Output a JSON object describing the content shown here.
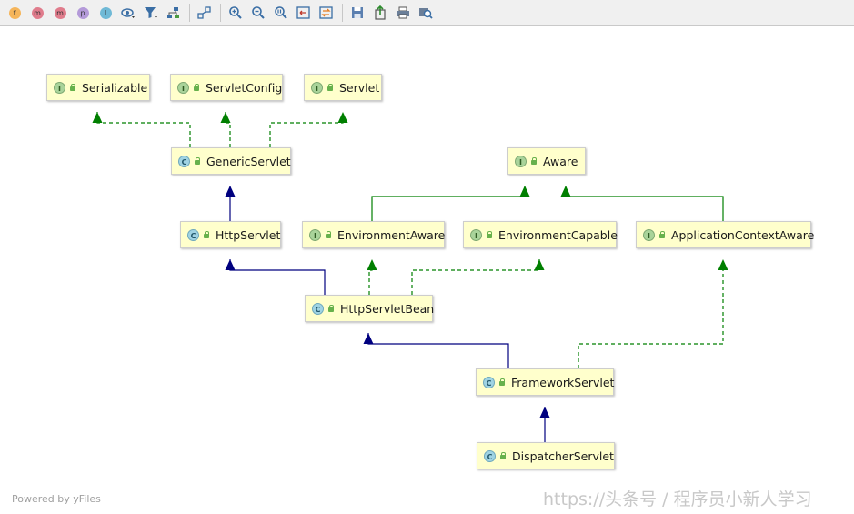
{
  "toolbar": {
    "buttons": [
      {
        "id": "fields",
        "icon": "fields-filter-icon",
        "label": "f",
        "color": "#f5b55a"
      },
      {
        "id": "methods-inherited",
        "icon": "inherited-methods-icon",
        "label": "m",
        "color": "#e07c8c"
      },
      {
        "id": "methods",
        "icon": "methods-filter-icon",
        "label": "m",
        "color": "#e07c8c"
      },
      {
        "id": "properties",
        "icon": "properties-filter-icon",
        "label": "p",
        "color": "#b49ad9"
      },
      {
        "id": "inner",
        "icon": "inner-classes-icon",
        "label": "I",
        "color": "#6fb9d6"
      }
    ]
  },
  "nodes": [
    {
      "id": "serializable",
      "kind": "interface",
      "badge": "I",
      "label": "Serializable"
    },
    {
      "id": "servletconfig",
      "kind": "interface",
      "badge": "I",
      "label": "ServletConfig"
    },
    {
      "id": "servlet",
      "kind": "interface",
      "badge": "I",
      "label": "Servlet"
    },
    {
      "id": "genericservlet",
      "kind": "class",
      "badge": "C",
      "label": "GenericServlet"
    },
    {
      "id": "aware",
      "kind": "interface",
      "badge": "I",
      "label": "Aware"
    },
    {
      "id": "httpservlet",
      "kind": "class",
      "badge": "C",
      "label": "HttpServlet"
    },
    {
      "id": "environmentaware",
      "kind": "interface",
      "badge": "I",
      "label": "EnvironmentAware"
    },
    {
      "id": "environmentcapable",
      "kind": "interface",
      "badge": "I",
      "label": "EnvironmentCapable"
    },
    {
      "id": "applicationcontextaware",
      "kind": "interface",
      "badge": "I",
      "label": "ApplicationContextAware"
    },
    {
      "id": "httpservletbean",
      "kind": "class",
      "badge": "C",
      "label": "HttpServletBean"
    },
    {
      "id": "frameworkservlet",
      "kind": "class",
      "badge": "C",
      "label": "FrameworkServlet"
    },
    {
      "id": "dispatcherservlet",
      "kind": "class",
      "badge": "C",
      "label": "DispatcherServlet"
    }
  ],
  "edges": [
    {
      "from": "genericservlet",
      "to": "serializable",
      "type": "implements"
    },
    {
      "from": "genericservlet",
      "to": "servletconfig",
      "type": "implements"
    },
    {
      "from": "genericservlet",
      "to": "servlet",
      "type": "implements"
    },
    {
      "from": "httpservlet",
      "to": "genericservlet",
      "type": "extends"
    },
    {
      "from": "environmentaware",
      "to": "aware",
      "type": "extends-interface"
    },
    {
      "from": "applicationcontextaware",
      "to": "aware",
      "type": "extends-interface"
    },
    {
      "from": "httpservletbean",
      "to": "httpservlet",
      "type": "extends"
    },
    {
      "from": "httpservletbean",
      "to": "environmentaware",
      "type": "implements"
    },
    {
      "from": "httpservletbean",
      "to": "environmentcapable",
      "type": "implements"
    },
    {
      "from": "frameworkservlet",
      "to": "httpservletbean",
      "type": "extends"
    },
    {
      "from": "frameworkservlet",
      "to": "applicationcontextaware",
      "type": "implements"
    },
    {
      "from": "dispatcherservlet",
      "to": "frameworkservlet",
      "type": "extends"
    }
  ],
  "colors": {
    "extends": "#00007f",
    "implements": "#007f00",
    "node_fill": "#ffffcc"
  },
  "footer": {
    "powered_by": "Powered by yFiles",
    "watermark": "https://头条号 / 程序员小新人学习"
  }
}
